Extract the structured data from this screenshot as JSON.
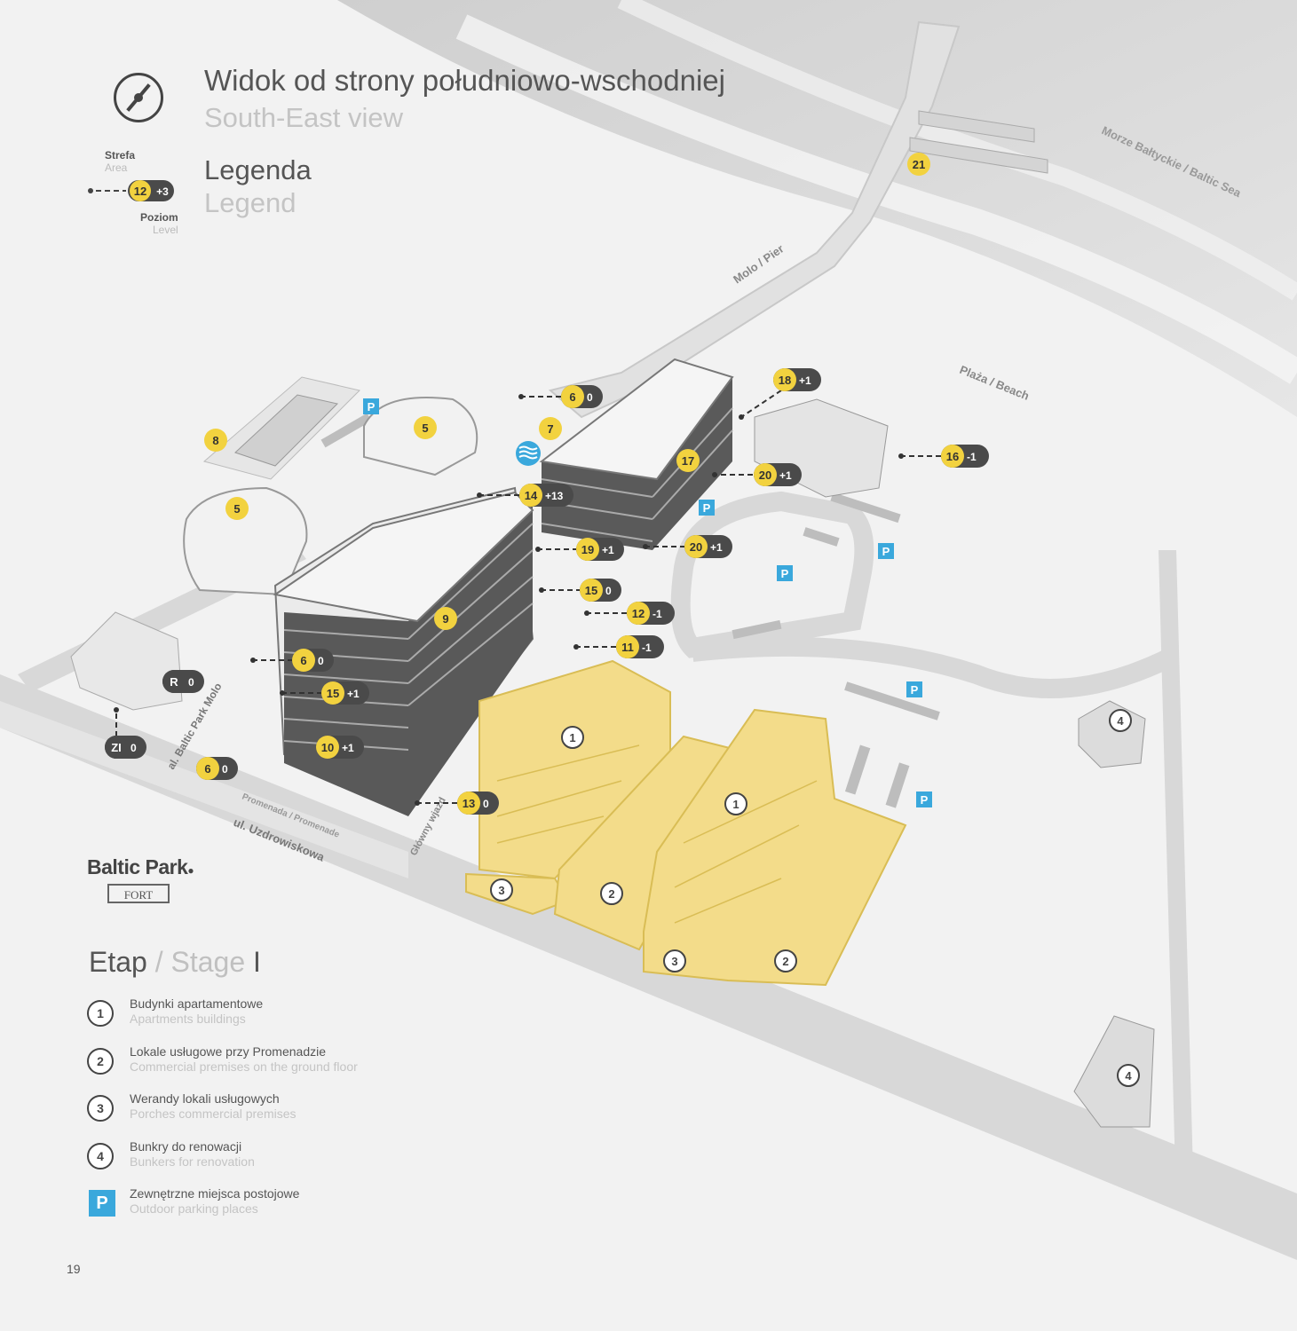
{
  "header": {
    "title_pl": "Widok od strony południowo-wschodniej",
    "title_en": "South-East view",
    "legend_pl": "Legenda",
    "legend_en": "Legend"
  },
  "legend_key": {
    "area_pl": "Strefa",
    "area_en": "Area",
    "level_pl": "Poziom",
    "level_en": "Level",
    "sample_area": "12",
    "sample_level": "+3"
  },
  "brand": {
    "name": "Baltic Park",
    "sub": "FORT"
  },
  "stage": {
    "etap": "Etap",
    "sep": "/",
    "stage_en": "Stage",
    "num": "I"
  },
  "stage_legend": [
    {
      "num": "1",
      "pl": "Budynki apartamentowe",
      "en": "Apartments buildings"
    },
    {
      "num": "2",
      "pl": "Lokale usługowe przy Promenadzie",
      "en": "Commercial premises on the ground floor"
    },
    {
      "num": "3",
      "pl": "Werandy lokali usługowych",
      "en": "Porches commercial premises"
    },
    {
      "num": "4",
      "pl": "Bunkry do renowacji",
      "en": "Bunkers for renovation"
    },
    {
      "num": "P",
      "pl": "Zewnętrzne miejsca postojowe",
      "en": "Outdoor parking places"
    }
  ],
  "page_number": "19",
  "colors": {
    "yellow": "#f2d23f",
    "dark": "#4a4a4a",
    "parking": "#3aa8dc",
    "stage_fill": "#f3dc8a"
  },
  "map": {
    "labels": {
      "sea": "Morze Bałtyckie / Baltic Sea",
      "pier": "Molo / Pier",
      "beach": "Plaża / Beach",
      "street_molo": "al. Baltic Park Molo",
      "promenade": "Promenada / Promenade",
      "street_uzdr": "ul. Uzdrowiskowa",
      "main_entry": "Główny wjazd"
    },
    "area_badges": [
      {
        "area": "21",
        "level": ""
      },
      {
        "area": "18",
        "level": "+1"
      },
      {
        "area": "6",
        "level": "0"
      },
      {
        "area": "7",
        "level": ""
      },
      {
        "area": "5",
        "level": ""
      },
      {
        "area": "8",
        "level": ""
      },
      {
        "area": "17",
        "level": ""
      },
      {
        "area": "16",
        "level": "-1"
      },
      {
        "area": "20",
        "level": "+1"
      },
      {
        "area": "14",
        "level": "+13"
      },
      {
        "area": "5",
        "level": ""
      },
      {
        "area": "19",
        "level": "+1"
      },
      {
        "area": "20",
        "level": "+1"
      },
      {
        "area": "15",
        "level": "0"
      },
      {
        "area": "12",
        "level": "-1"
      },
      {
        "area": "9",
        "level": ""
      },
      {
        "area": "11",
        "level": "-1"
      },
      {
        "area": "6",
        "level": "0"
      },
      {
        "area": "R",
        "level": "0"
      },
      {
        "area": "15",
        "level": "+1"
      },
      {
        "area": "ZI",
        "level": "0"
      },
      {
        "area": "10",
        "level": "+1"
      },
      {
        "area": "6",
        "level": "0"
      },
      {
        "area": "13",
        "level": "0"
      }
    ],
    "stage_markers": [
      "1",
      "1",
      "2",
      "2",
      "3",
      "3",
      "4",
      "4"
    ],
    "parking_markers": [
      "P",
      "P",
      "P",
      "P",
      "P",
      "P"
    ]
  }
}
